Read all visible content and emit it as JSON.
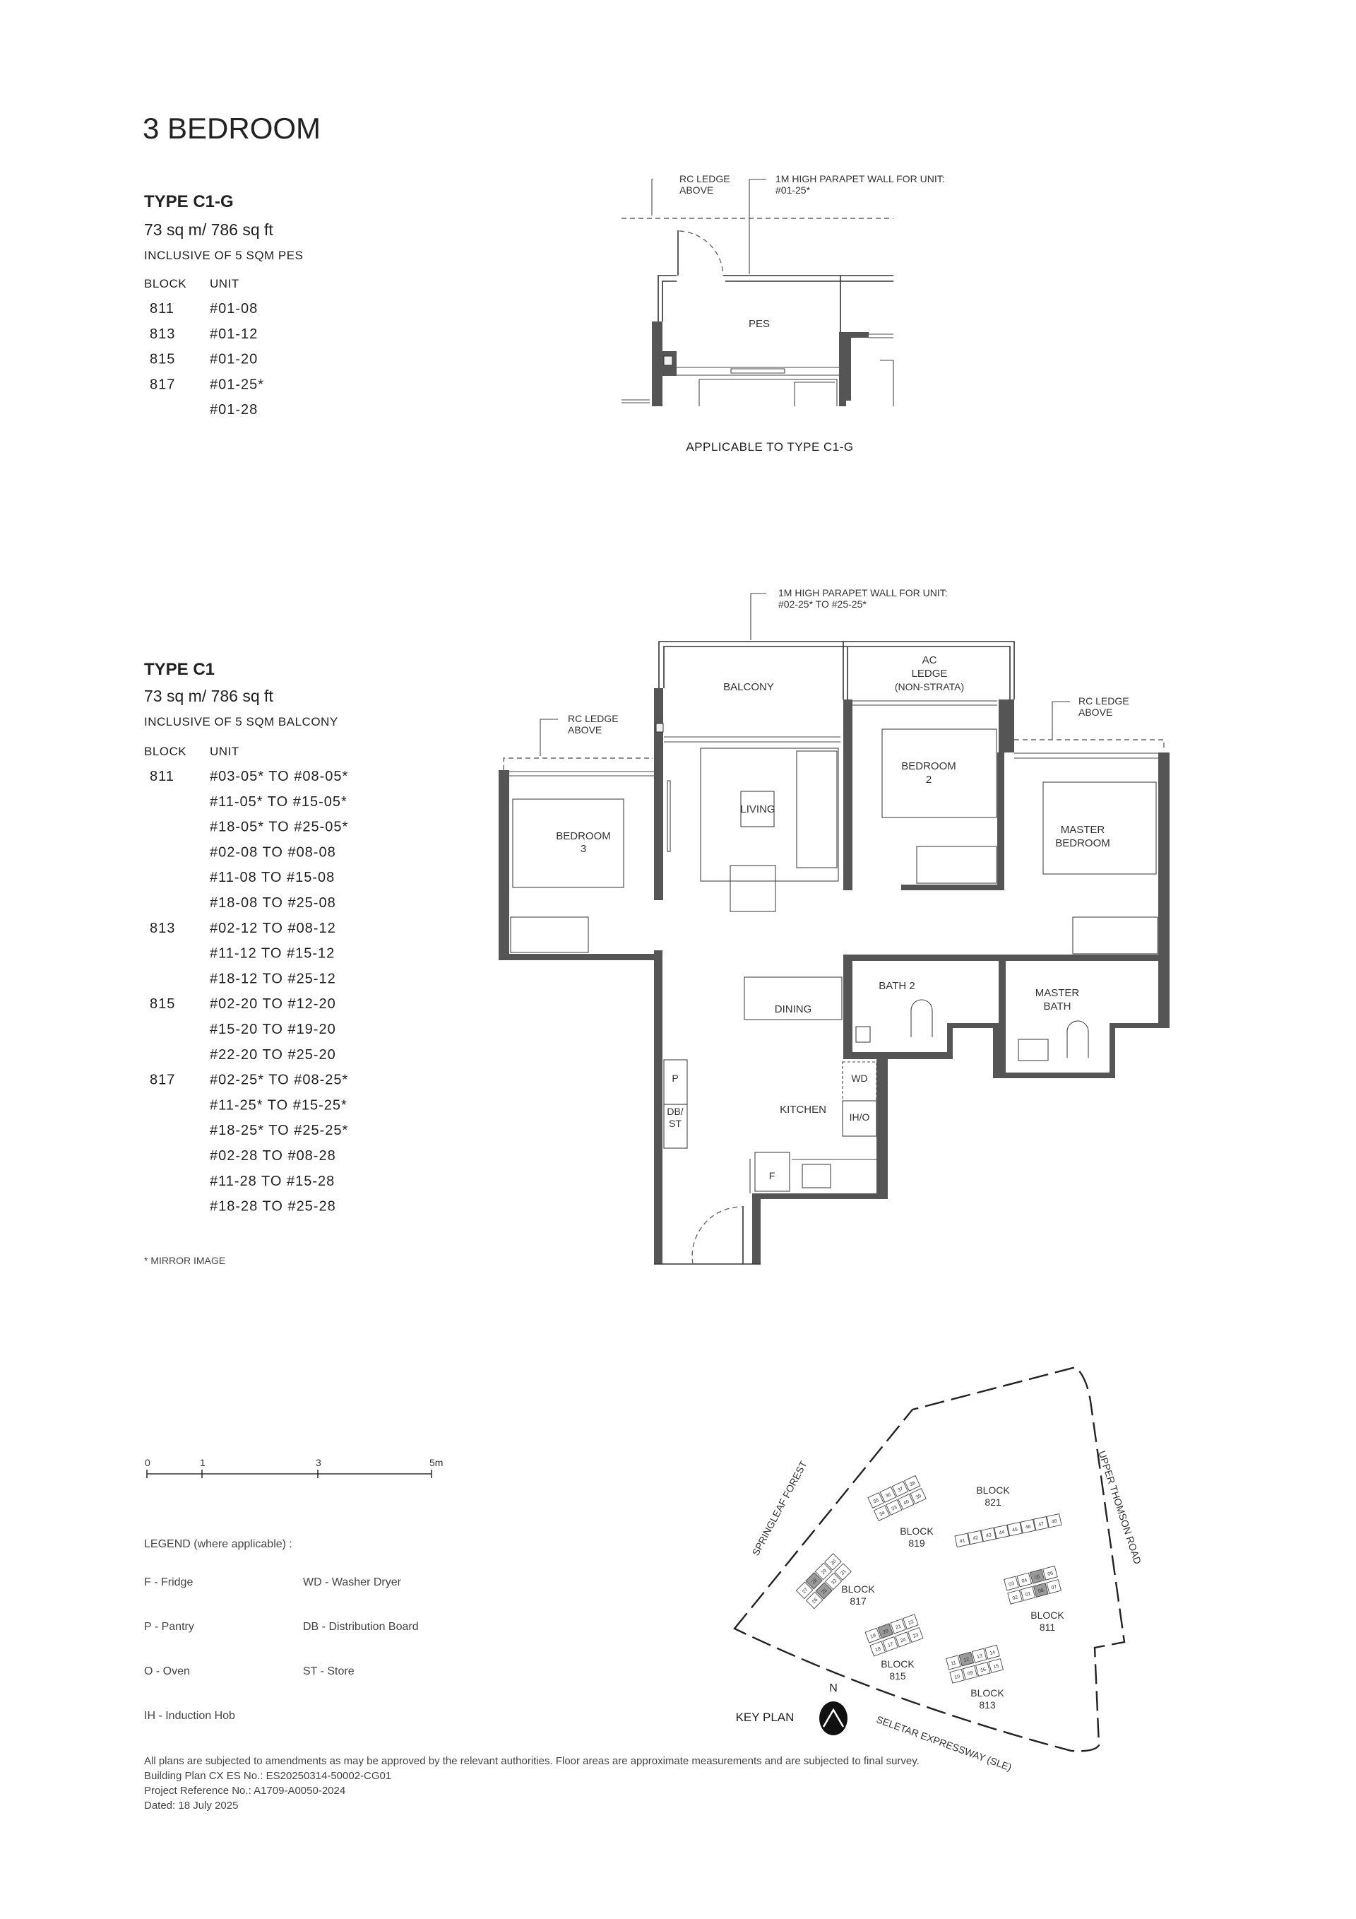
{
  "page_title": "3 BEDROOM",
  "type_c1g": {
    "title": "TYPE C1-G",
    "area": "73 sq m/ 786 sq ft",
    "inclusive": "INCLUSIVE OF 5 SQM PES",
    "block_header": "BLOCK",
    "unit_header": "UNIT",
    "rows": [
      {
        "block": "811",
        "unit": "#01-08"
      },
      {
        "block": "813",
        "unit": "#01-12"
      },
      {
        "block": "815",
        "unit": "#01-20"
      },
      {
        "block": "817",
        "unit": "#01-25*"
      },
      {
        "block": "",
        "unit": "#01-28"
      }
    ],
    "plan": {
      "rc_ledge_1": "RC LEDGE",
      "rc_ledge_2": "ABOVE",
      "parapet_1": "1M HIGH PARAPET WALL FOR UNIT:",
      "parapet_2": "#01-25*",
      "pes": "PES",
      "caption": "APPLICABLE TO TYPE C1-G"
    }
  },
  "type_c1": {
    "title": "TYPE C1",
    "area": "73 sq m/ 786 sq ft",
    "inclusive": "INCLUSIVE OF 5 SQM BALCONY",
    "block_header": "BLOCK",
    "unit_header": "UNIT",
    "rows": [
      {
        "block": "811",
        "unit": "#03-05* TO #08-05*"
      },
      {
        "block": "",
        "unit": "#11-05* TO #15-05*"
      },
      {
        "block": "",
        "unit": "#18-05* TO #25-05*"
      },
      {
        "block": "",
        "unit": "#02-08 TO #08-08"
      },
      {
        "block": "",
        "unit": "#11-08 TO #15-08"
      },
      {
        "block": "",
        "unit": "#18-08 TO #25-08"
      },
      {
        "block": "813",
        "unit": "#02-12 TO #08-12"
      },
      {
        "block": "",
        "unit": "#11-12 TO #15-12"
      },
      {
        "block": "",
        "unit": "#18-12 TO #25-12"
      },
      {
        "block": "815",
        "unit": "#02-20 TO #12-20"
      },
      {
        "block": "",
        "unit": "#15-20 TO #19-20"
      },
      {
        "block": "",
        "unit": "#22-20 TO #25-20"
      },
      {
        "block": "817",
        "unit": "#02-25* TO #08-25*"
      },
      {
        "block": "",
        "unit": "#11-25* TO #15-25*"
      },
      {
        "block": "",
        "unit": "#18-25* TO #25-25*"
      },
      {
        "block": "",
        "unit": "#02-28 TO #08-28"
      },
      {
        "block": "",
        "unit": "#11-28 TO #15-28"
      },
      {
        "block": "",
        "unit": "#18-28 TO #25-28"
      }
    ],
    "mirror_note": "* MIRROR IMAGE",
    "plan": {
      "parapet_1": "1M HIGH PARAPET WALL FOR UNIT:",
      "parapet_2": "#02-25* TO #25-25*",
      "rc_ledge_left_1": "RC LEDGE",
      "rc_ledge_left_2": "ABOVE",
      "rc_ledge_right_1": "RC LEDGE",
      "rc_ledge_right_2": "ABOVE",
      "balcony": "BALCONY",
      "ac_ledge_1": "AC",
      "ac_ledge_2": "LEDGE",
      "ac_ledge_3": "(NON-STRATA)",
      "living": "LIVING",
      "bedroom3_1": "BEDROOM",
      "bedroom3_2": "3",
      "bedroom2_1": "BEDROOM",
      "bedroom2_2": "2",
      "master_bedroom_1": "MASTER",
      "master_bedroom_2": "BEDROOM",
      "dining": "DINING",
      "bath2": "BATH 2",
      "master_bath_1": "MASTER",
      "master_bath_2": "BATH",
      "kitchen": "KITCHEN",
      "pantry": "P",
      "db_st_1": "DB/",
      "db_st_2": "ST",
      "wd": "WD",
      "ih_o": "IH/O",
      "fridge": "F"
    }
  },
  "scale_bar": {
    "ticks": [
      "0",
      "1",
      "3",
      "5m"
    ]
  },
  "legend": {
    "title": "LEGEND (where applicable) :",
    "items": [
      "F - Fridge",
      "WD - Washer Dryer",
      "P - Pantry",
      "DB - Distribution Board",
      "O - Oven",
      "ST - Store",
      "IH - Induction Hob"
    ]
  },
  "key_plan": {
    "label": "KEY PLAN",
    "north": "N",
    "roads": {
      "springleaf": "SPRINGLEAF FOREST",
      "upper_thomson": "UPPER THOMSON ROAD",
      "sle": "SELETAR EXPRESSWAY (SLE)"
    },
    "block_word": "BLOCK",
    "blocks": [
      {
        "number": "819",
        "units": [
          "35",
          "36",
          "37",
          "38",
          "34",
          "33",
          "40",
          "39"
        ],
        "highlight": []
      },
      {
        "number": "821",
        "units": [
          "41",
          "42",
          "43",
          "44",
          "45",
          "46",
          "47",
          "48"
        ],
        "highlight": []
      },
      {
        "number": "817",
        "units": [
          "27",
          "28",
          "29",
          "30",
          "26",
          "25",
          "32",
          "31"
        ],
        "highlight": [
          "28",
          "25"
        ]
      },
      {
        "number": "815",
        "units": [
          "19",
          "20",
          "21",
          "22",
          "18",
          "17",
          "24",
          "23"
        ],
        "highlight": [
          "20"
        ]
      },
      {
        "number": "811",
        "units": [
          "03",
          "04",
          "05",
          "06",
          "02",
          "01",
          "08",
          "07"
        ],
        "highlight": [
          "05",
          "08"
        ]
      },
      {
        "number": "813",
        "units": [
          "11",
          "12",
          "13",
          "14",
          "10",
          "09",
          "16",
          "15"
        ],
        "highlight": [
          "12"
        ]
      }
    ],
    "highlight_color": "#9a9a9a"
  },
  "disclaimer": [
    "All plans are subjected to amendments as may be approved by the relevant authorities. Floor areas are approximate measurements and are subjected to final survey.",
    "Building Plan CX ES No.: ES20250314-50002-CG01",
    "Project Reference No.: A1709-A0050-2024",
    "Dated: 18 July 2025"
  ]
}
